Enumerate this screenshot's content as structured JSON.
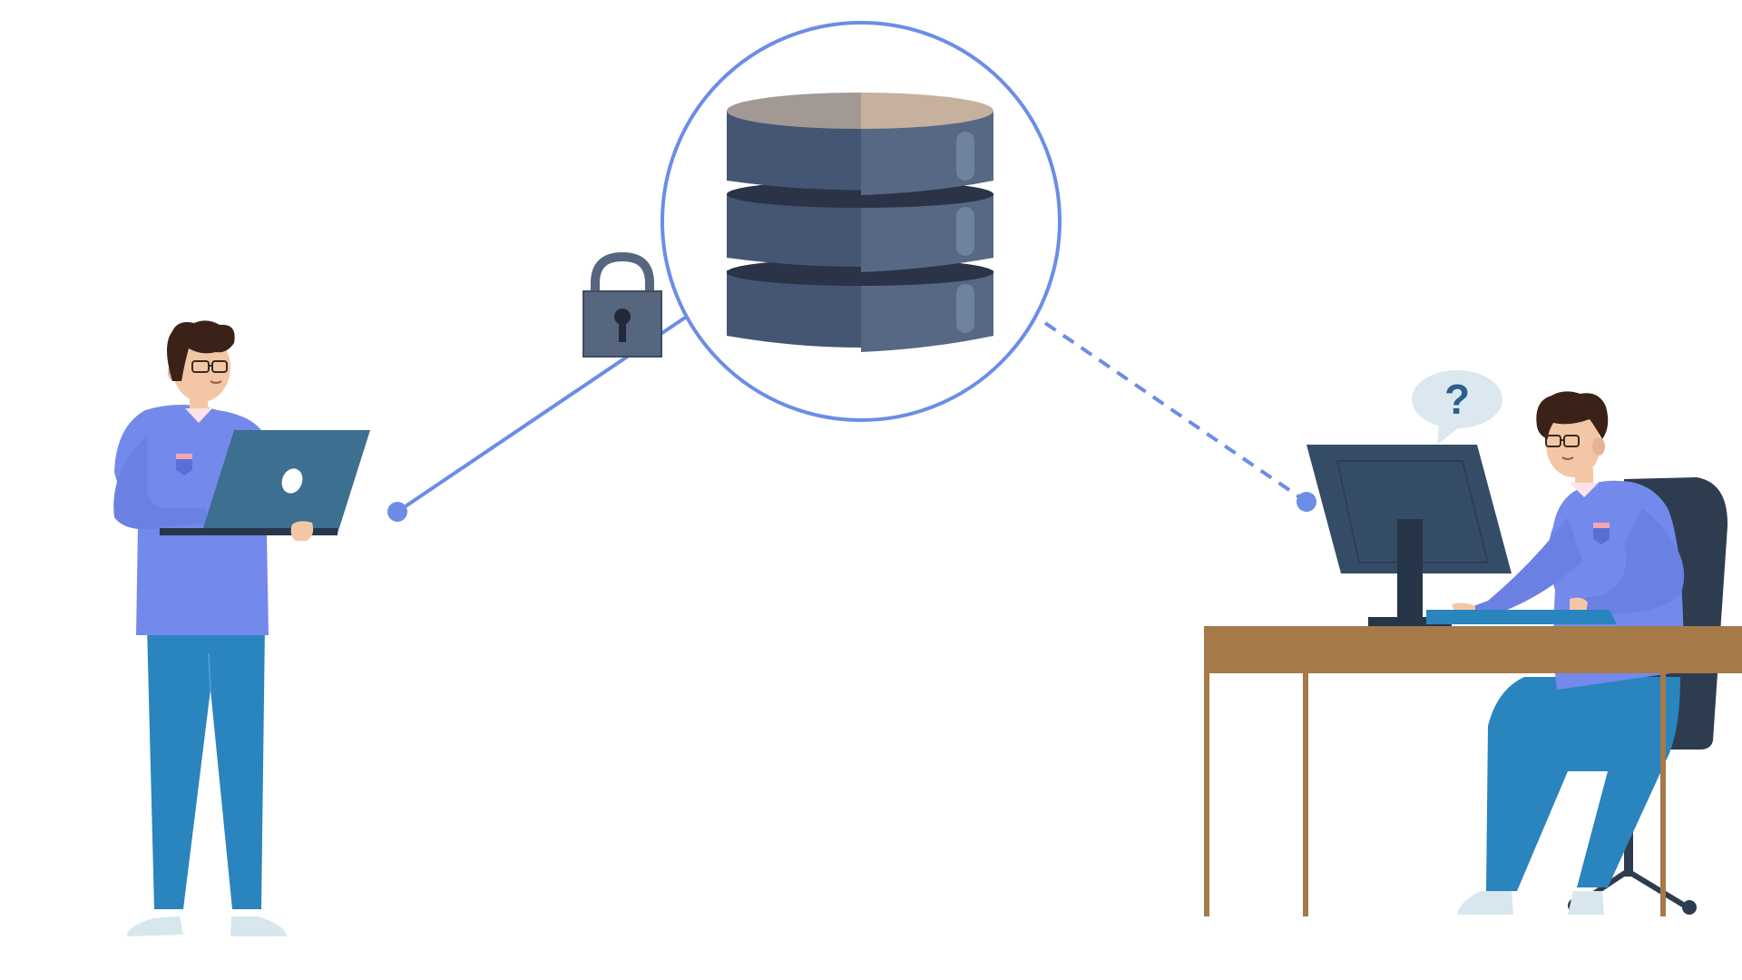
{
  "scene": {
    "speech_bubble_text": "?",
    "icons": [
      "database-icon",
      "padlock-icon",
      "laptop-icon",
      "monitor-icon",
      "speech-bubble-icon"
    ],
    "connections": [
      {
        "from": "standing-person-laptop",
        "to": "database",
        "style": "solid",
        "locked": true
      },
      {
        "from": "database",
        "to": "seated-person-computer",
        "style": "dashed",
        "locked": false
      }
    ]
  },
  "colors": {
    "accent": "#6b8de6",
    "shirt": "#7489ec",
    "pants": "#2a84be",
    "hair": "#3a2218",
    "skin": "#f3c7a6",
    "database_left": "#455674",
    "database_right": "#576884",
    "database_bands": "#2a3446",
    "database_top_left": "#a39994",
    "database_top_right": "#c6b09e",
    "lock": "#56667f",
    "laptop": "#3d6f91",
    "monitor": "#354c67",
    "desk": "#a67949",
    "chair": "#2e3c50",
    "shoes": "#d8e7ee",
    "bubble": "#dce8ef"
  }
}
